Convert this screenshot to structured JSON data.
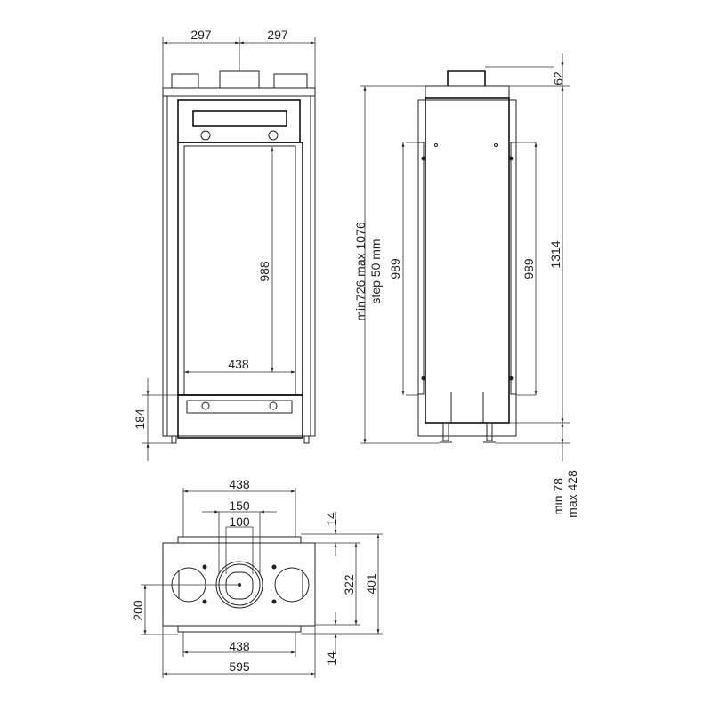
{
  "front_view": {
    "dim_top_left": "297",
    "dim_top_right": "297",
    "dim_glass_height": "988",
    "dim_glass_width": "438",
    "dim_base_height": "184"
  },
  "side_view": {
    "dim_height_range_line1": "min726 max 1076",
    "dim_height_range_line2": "step 50 mm",
    "dim_left_panel": "989",
    "dim_right_panel": "989",
    "dim_total_height": "1314",
    "dim_top_flue": "62",
    "dim_leg_line1": "min 78",
    "dim_leg_line2": "max 428"
  },
  "plan_view": {
    "dim_top_plate": "438",
    "dim_outer_flue": "150",
    "dim_inner_flue": "100",
    "dim_top_offset": "14",
    "dim_body_depth": "322",
    "dim_total_depth": "401",
    "dim_flue_offset": "200",
    "dim_bottom_plate": "438",
    "dim_total_width": "595",
    "dim_bottom_offset": "14"
  }
}
